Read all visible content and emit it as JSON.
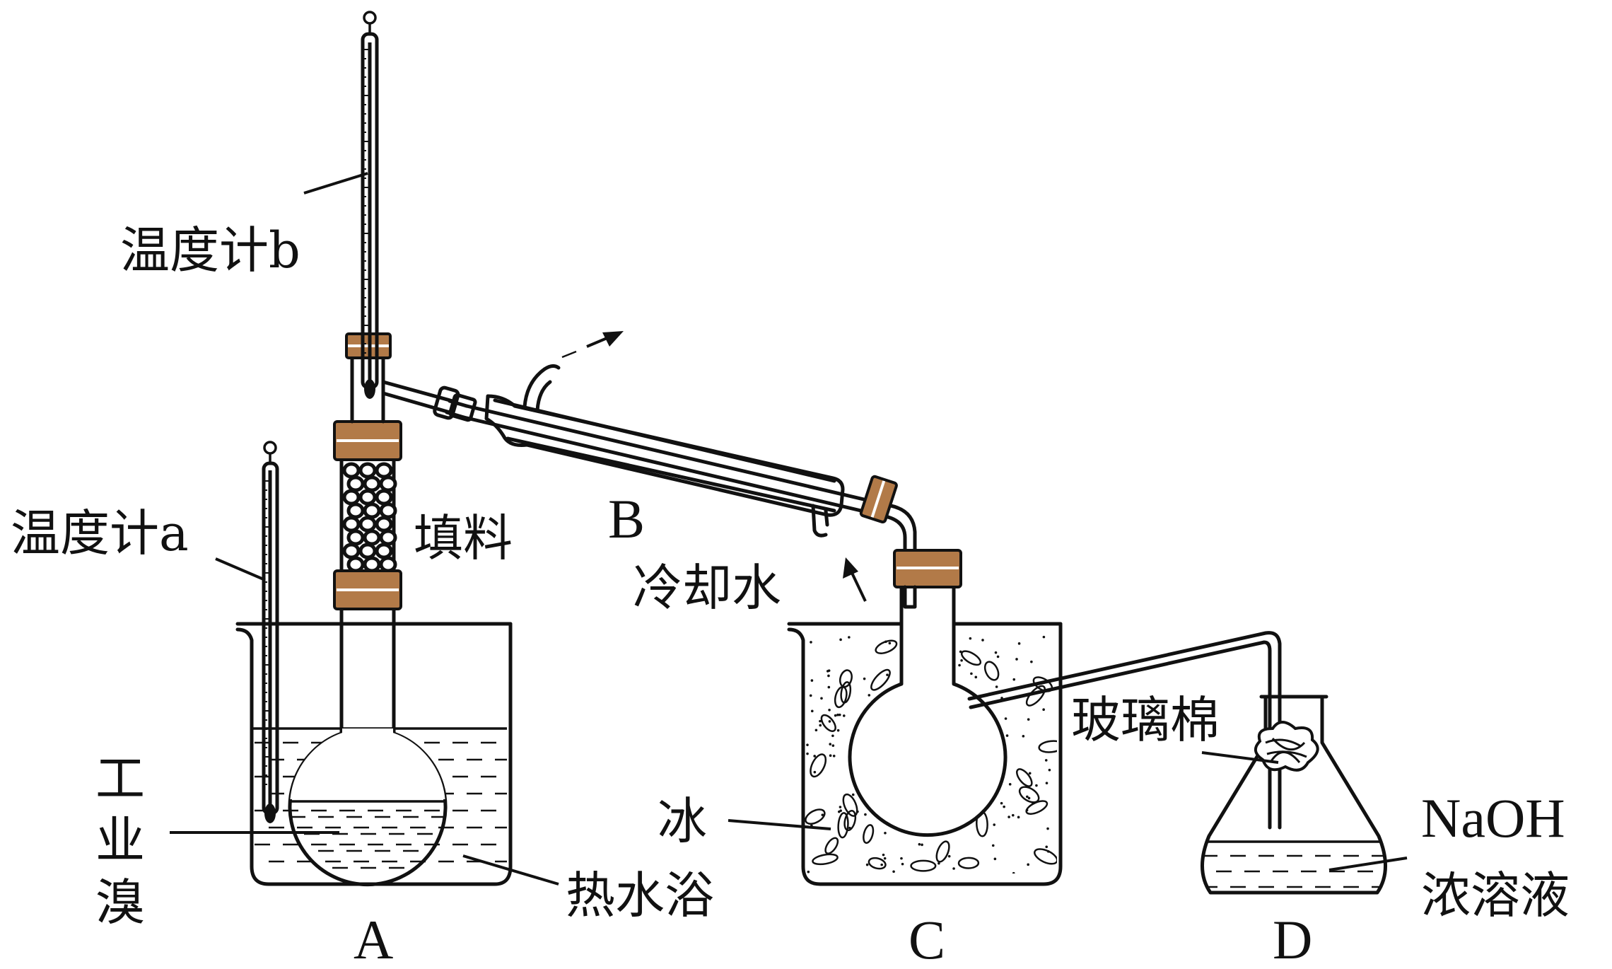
{
  "colors": {
    "line": "#111111",
    "cork": "#b27a48",
    "background": "#ffffff"
  },
  "labels": {
    "thermometer_b": "温度计b",
    "thermometer_a": "温度计a",
    "packing": "填料",
    "industrial_bromine": [
      "工",
      "业",
      "溴"
    ],
    "hot_water_bath": "热水浴",
    "cooling_water": "冷却水",
    "ice": "冰",
    "glass_wool": "玻璃棉",
    "naoh_line1": "NaOH",
    "naoh_line2": "浓溶液"
  },
  "apparatus": {
    "a": "A",
    "b": "B",
    "c": "C",
    "d": "D"
  }
}
